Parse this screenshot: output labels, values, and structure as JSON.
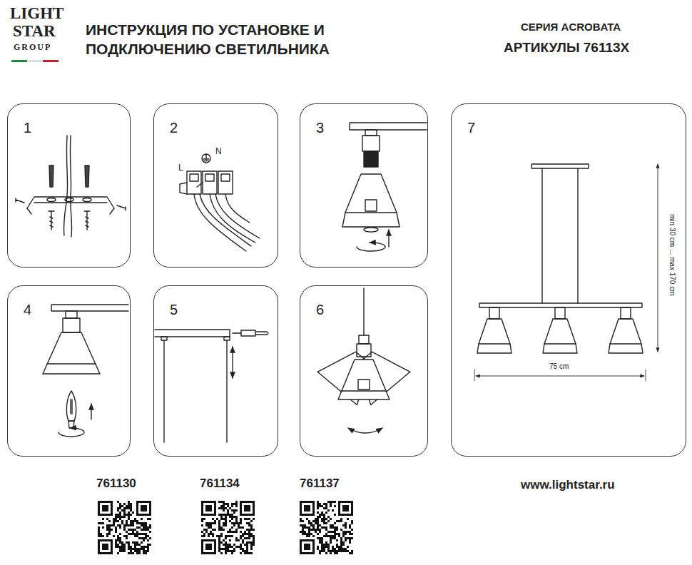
{
  "diagram": {
    "title": "ИНСТРУКЦИЯ ПО УСТАНОВКЕ И ПОДКЛЮЧЕНИЮ СВЕТИЛЬНИКА",
    "nodes": [
      {
        "text": [
          "1"
        ]
      },
      {
        "text": [
          "2"
        ]
      },
      {
        "text": [
          "3"
        ]
      },
      {
        "text": [
          "4"
        ]
      },
      {
        "text": [
          "5"
        ]
      },
      {
        "text": [
          "6"
        ]
      },
      {
        "text": [
          "7"
        ]
      }
    ],
    "labels": [
      "LIGHT",
      "STAR",
      "GROUP",
      "СЕРИЯ ACROBATA",
      "АРТИКУЛЫ 76113X",
      "L",
      "N",
      "min 30 cm ... max 170 cm",
      "75 cm",
      "761130",
      "761134",
      "761137",
      "www.lightstar.ru"
    ]
  }
}
